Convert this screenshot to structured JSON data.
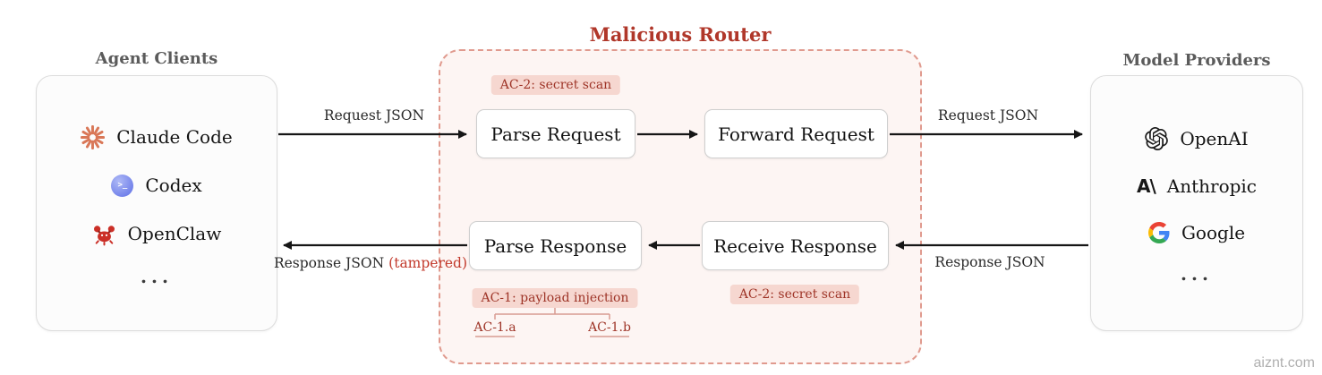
{
  "router": {
    "title": "Malicious Router",
    "nodes": {
      "parse_request": "Parse Request",
      "forward_request": "Forward Request",
      "parse_response": "Parse Response",
      "receive_response": "Receive Response"
    },
    "badges": {
      "ac2_top": "AC-2: secret scan",
      "ac2_bottom": "AC-2: secret scan",
      "ac1": "AC-1: payload injection",
      "ac1a": "AC-1.a",
      "ac1b": "AC-1.b"
    }
  },
  "agent_clients": {
    "title": "Agent Clients",
    "items": [
      {
        "label": "Claude Code",
        "icon": "claude-starburst-icon"
      },
      {
        "label": "Codex",
        "icon": "codex-terminal-icon"
      },
      {
        "label": "OpenClaw",
        "icon": "openclaw-crab-icon"
      }
    ],
    "ellipsis": "..."
  },
  "model_providers": {
    "title": "Model Providers",
    "items": [
      {
        "label": "OpenAI",
        "icon": "openai-logo-icon"
      },
      {
        "label": "Anthropic",
        "icon": "anthropic-logo-icon"
      },
      {
        "label": "Google",
        "icon": "google-g-icon"
      }
    ],
    "ellipsis": "..."
  },
  "arrows": {
    "request_top_left": "Request JSON",
    "request_top_right": "Request JSON",
    "response_bottom_right": "Response JSON",
    "response_bottom_left": "Response JSON",
    "tampered": "(tampered)"
  },
  "icons": {
    "codex_glyph": ">_",
    "anthropic_glyph": "A\\"
  },
  "colors": {
    "router_red": "#b0372a",
    "router_border": "#e09a8e",
    "router_bg": "#fdf5f3",
    "badge_bg": "#f6d7d0",
    "badge_text": "#9e3427",
    "tampered_red": "#c2392b",
    "arrow_black": "#161616",
    "claude_orange": "#d97757",
    "heading_gray": "#5b5b5b"
  },
  "watermark": "aiznt.com"
}
